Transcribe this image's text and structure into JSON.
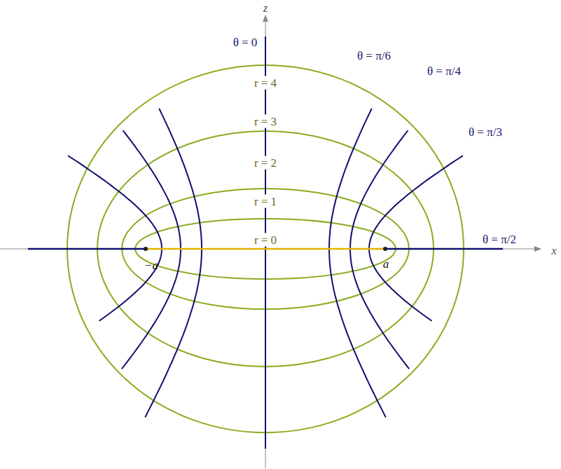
{
  "diagram": {
    "labels": [
      "z",
      "θ = 0",
      "r = 4",
      "θ = π/6",
      "θ = π/4",
      "r = 3",
      "θ = π/3",
      "r = 2",
      "r = 1",
      "r = 0",
      "θ = π/2",
      "x",
      "−a",
      "a"
    ]
  }
}
